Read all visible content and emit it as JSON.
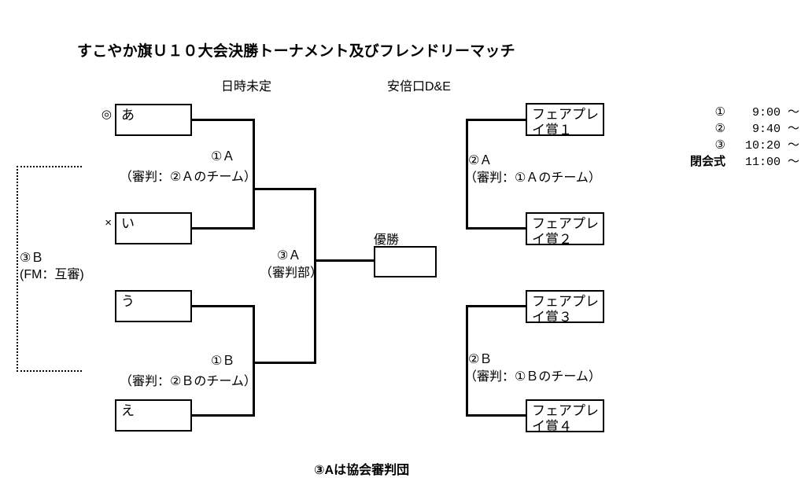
{
  "title": "すこやか旗Ｕ１０大会決勝トーナメント及びフレンドリーマッチ",
  "column_headers": {
    "left": "日時未定",
    "right": "安倍口D&E"
  },
  "footer_note": "③Aは協会審判団",
  "bracket": {
    "teams": [
      {
        "mark": "◎",
        "name": "あ"
      },
      {
        "mark": "×",
        "name": "い"
      },
      {
        "mark": "",
        "name": "う"
      },
      {
        "mark": "",
        "name": "え"
      }
    ],
    "matches": [
      {
        "code": "①Ａ",
        "referee": "（審判：②Ａのチーム）"
      },
      {
        "code": "①Ｂ",
        "referee": "（審判：②Ｂのチーム）"
      },
      {
        "code": "③Ａ",
        "referee": "（審判部）"
      }
    ],
    "champion": {
      "label": "優勝",
      "value": ""
    }
  },
  "fairplay": {
    "boxes": [
      "フェアプレ\nイ賞１",
      "フェアプレ\nイ賞２",
      "フェアプレ\nイ賞３",
      "フェアプレ\nイ賞４"
    ],
    "matches": [
      {
        "code": "②Ａ",
        "referee": "（審判：①Ａのチーム）"
      },
      {
        "code": "②Ｂ",
        "referee": "（審判：①Ｂのチーム）"
      }
    ]
  },
  "friendly_match": {
    "code": "③Ｂ",
    "referee": "(FM：互審)"
  },
  "schedule": [
    {
      "key": "①",
      "time": "9:00 ～",
      "bold": false
    },
    {
      "key": "②",
      "time": "9:40 ～",
      "bold": false
    },
    {
      "key": "③",
      "time": "10:20 ～",
      "bold": false
    },
    {
      "key": "閉会式",
      "time": "11:00 ～",
      "bold": true
    }
  ]
}
